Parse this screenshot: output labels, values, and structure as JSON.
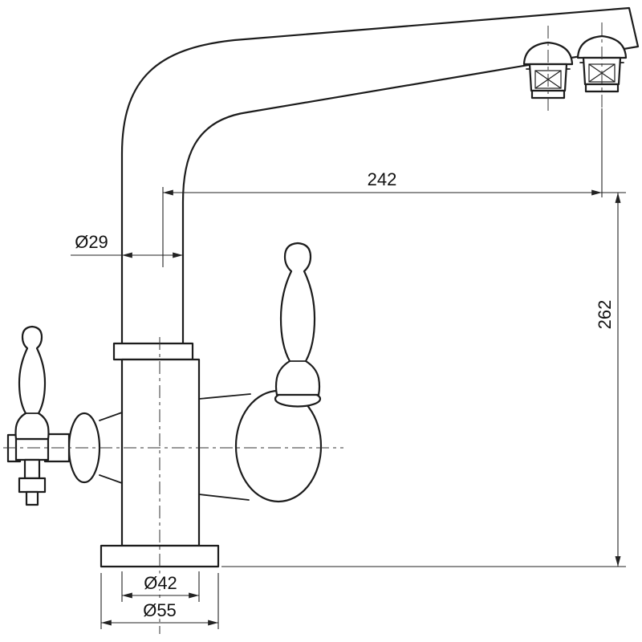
{
  "drawing": {
    "subject": "three-way-kitchen-faucet-technical-drawing",
    "line_color": "#1c1c1c",
    "background_color": "#ffffff",
    "dimensions": {
      "spout_reach": "242",
      "pipe_diameter": "Ø29",
      "height": "262",
      "body_diameter": "Ø42",
      "base_diameter": "Ø55"
    }
  }
}
